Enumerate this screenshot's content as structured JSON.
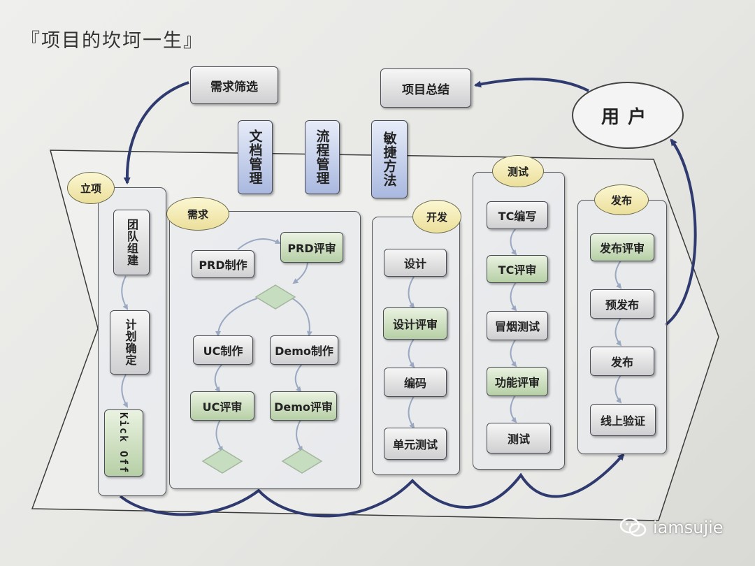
{
  "title": "『项目的坎坷一生』",
  "top_nodes": {
    "requirement_filter": "需求筛选",
    "project_summary": "项目总结",
    "user": "用户"
  },
  "management": [
    "文档管理",
    "流程管理",
    "敏捷方法"
  ],
  "phases": {
    "initiation": {
      "tag": "立项",
      "steps": [
        "团队组建",
        "计划确定",
        "Kick Off"
      ]
    },
    "requirements": {
      "tag": "需求",
      "prd_make": "PRD制作",
      "prd_review": "PRD评审",
      "uc_make": "UC制作",
      "demo_make": "Demo制作",
      "uc_review": "UC评审",
      "demo_review": "Demo评审"
    },
    "development": {
      "tag": "开发",
      "steps": [
        "设计",
        "设计评审",
        "编码",
        "单元测试"
      ]
    },
    "testing": {
      "tag": "测试",
      "steps": [
        "TC编写",
        "TC评审",
        "冒烟测试",
        "功能评审",
        "测试"
      ]
    },
    "release": {
      "tag": "发布",
      "steps": [
        "发布评审",
        "预发布",
        "发布",
        "线上验证"
      ]
    }
  },
  "watermark": "iamsujie",
  "colors": {
    "arrow": "#2f3a6e",
    "gray_box": "#e3e3e5",
    "green_box": "#c7dbb7",
    "blue_box": "#b8c4e6",
    "tag": "#f3ebb5"
  }
}
